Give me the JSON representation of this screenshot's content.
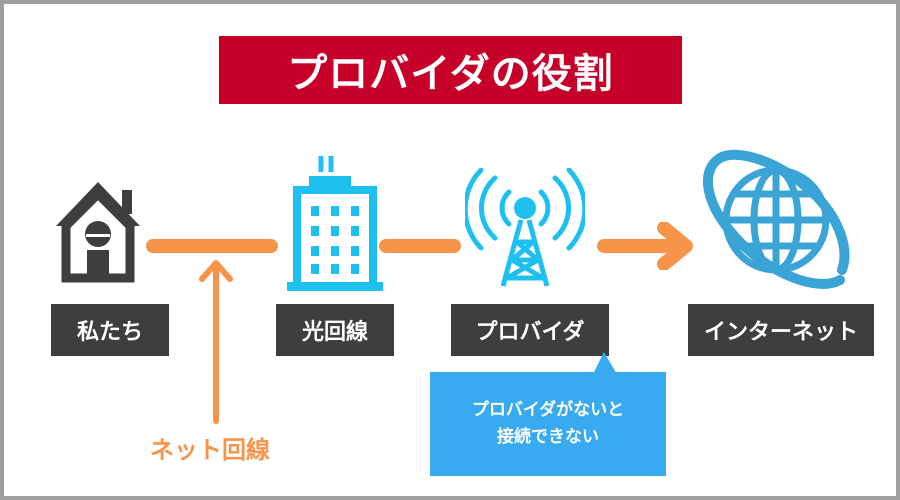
{
  "title": "プロバイダの役割",
  "nodes": {
    "home": {
      "label": "私たち",
      "icon": "house-icon"
    },
    "line": {
      "label": "光回線",
      "icon": "building-icon"
    },
    "provider": {
      "label": "プロバイダ",
      "icon": "antenna-tower-icon"
    },
    "internet": {
      "label": "インターネット",
      "icon": "globe-icon"
    }
  },
  "net_line_label": "ネット回線",
  "callout": {
    "line1": "プロバイダがないと",
    "line2": "接続できない"
  },
  "colors": {
    "title_bg": "#c7002a",
    "label_bg": "#3e3e3e",
    "connector": "#f7944a",
    "icon_blue": "#1ec0f0",
    "globe_blue": "#3aa4d6",
    "callout_bg": "#38aaf0",
    "house": "#3e3e3e"
  }
}
